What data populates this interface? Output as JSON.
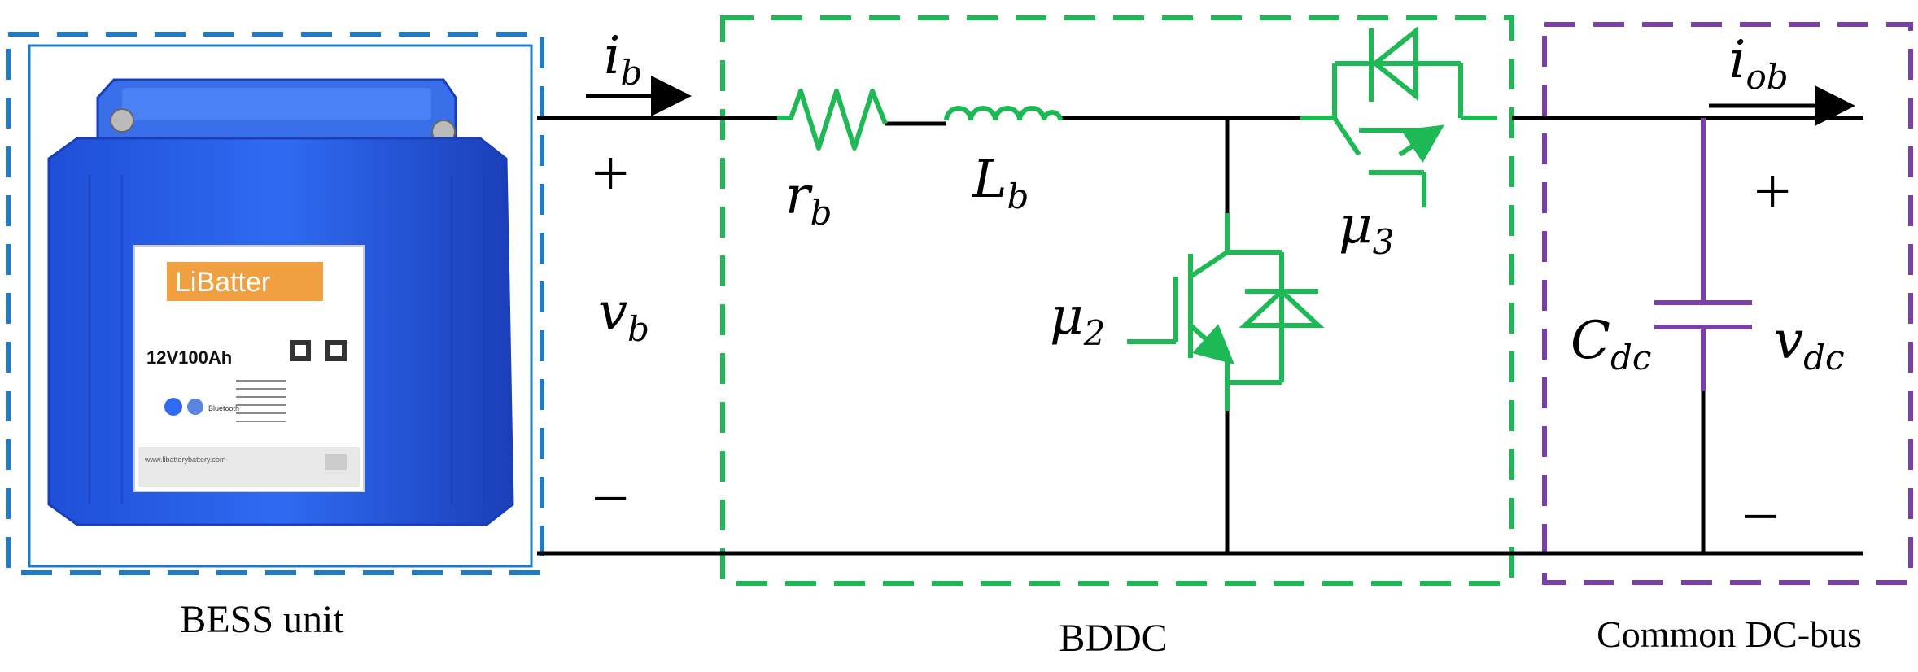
{
  "colors": {
    "bess": "#1F7BC8",
    "bddc": "#1DB954",
    "bus": "#7A3FA8",
    "wire": "#000000",
    "battery_body": "#2A5FE8",
    "battery_dark": "#1A3FB8",
    "label_orange": "#F0A040"
  },
  "labels": {
    "bess": "BESS unit",
    "bddc": "BDDC",
    "bus": "Common DC-bus"
  },
  "symbols": {
    "i_b": {
      "base": "i",
      "sub": "b"
    },
    "v_b": {
      "base": "v",
      "sub": "b"
    },
    "r_b": {
      "base": "r",
      "sub": "b"
    },
    "L_b": {
      "base": "L",
      "sub": "b"
    },
    "mu2": {
      "base": "μ",
      "sub": "2"
    },
    "mu3": {
      "base": "μ",
      "sub": "3"
    },
    "i_ob": {
      "base": "i",
      "sub": "ob"
    },
    "C_dc": {
      "base": "C",
      "sub": "dc"
    },
    "v_dc": {
      "base": "v",
      "sub": "dc"
    }
  },
  "signs": {
    "plus": "+",
    "minus": "−"
  },
  "battery": {
    "brand": "LiBatter",
    "rating": "12V100Ah",
    "website": "www.libatterybattery.com",
    "bluetooth": "Bluetooth"
  }
}
